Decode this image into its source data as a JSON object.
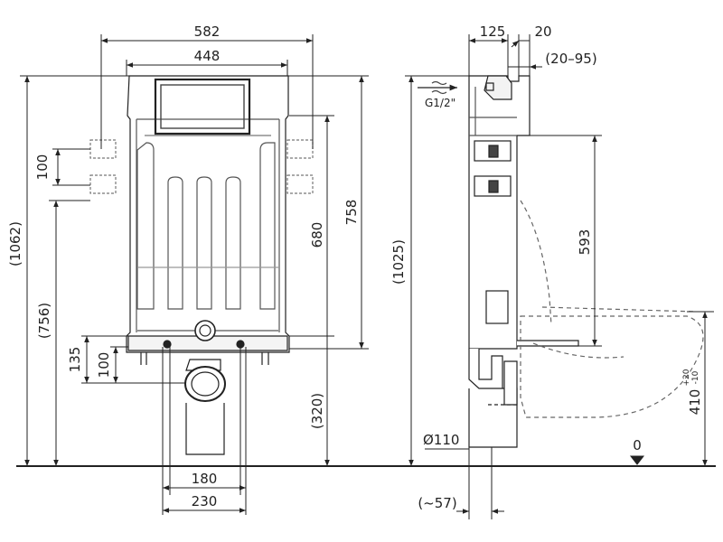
{
  "colors": {
    "line": "#222222",
    "gray": "#9a9a9a",
    "light": "#cfcfcf",
    "fill": "#e6e6e6"
  },
  "front_view": {
    "dims_top": [
      "582",
      "448"
    ],
    "dims_left": [
      "100",
      "(1062)",
      "(756)",
      "135",
      "100"
    ],
    "dims_right": [
      "680",
      "758",
      "(320)"
    ],
    "dims_bottom": [
      "180",
      "230"
    ]
  },
  "side_view": {
    "dims_top": [
      "125",
      "20",
      "(20–95)"
    ],
    "inlet_label": "G1/2\"",
    "dims_left": [
      "(1025)"
    ],
    "dims_right": [
      "593",
      "410"
    ],
    "tolerance_plus": "+20",
    "tolerance_minus": "-10",
    "pipe_label": "Ø110",
    "dims_bottom": [
      "(~57)"
    ],
    "floor_label": "0"
  }
}
